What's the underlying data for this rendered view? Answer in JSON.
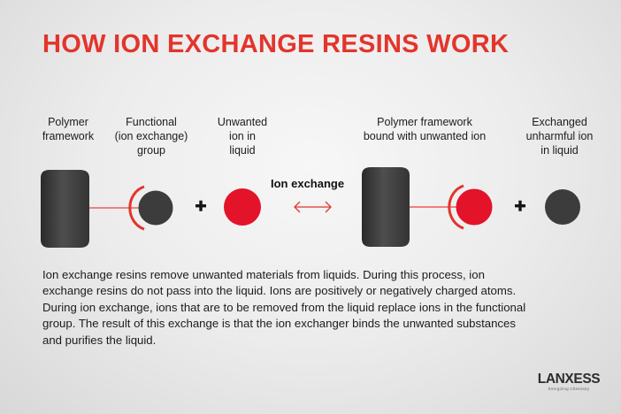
{
  "title": "HOW ION EXCHANGE RESINS WORK",
  "labels": {
    "polymer_framework": [
      "Polymer",
      "framework"
    ],
    "functional_group": [
      "Functional",
      "(ion exchange)",
      "group"
    ],
    "unwanted_ion": [
      "Unwanted",
      "ion in",
      "liquid"
    ],
    "bound_framework": [
      "Polymer framework",
      "bound with unwanted ion"
    ],
    "exchanged_ion": [
      "Exchanged",
      "unharmful ion",
      "in liquid"
    ]
  },
  "operators": {
    "plus_left": "+",
    "plus_right": "+"
  },
  "arrow_label": "Ion exchange",
  "description": [
    "Ion exchange resins remove unwanted materials from liquids. During this process, ion",
    "exchange resins do not pass into the liquid. Ions are positively or negatively charged atoms.",
    "During ion exchange, ions that are to be removed from the liquid replace ions in the functional",
    "group. The result of this exchange is that the ion exchanger binds the unwanted substances",
    "and purifies the liquid."
  ],
  "logo": {
    "name": "LANXESS",
    "tagline": "Energizing Chemistry"
  },
  "colors": {
    "accent": "#e2352c",
    "ion_red": "#e3132a",
    "dark_ion": "#3c3c3c",
    "connector": "#f08080"
  }
}
